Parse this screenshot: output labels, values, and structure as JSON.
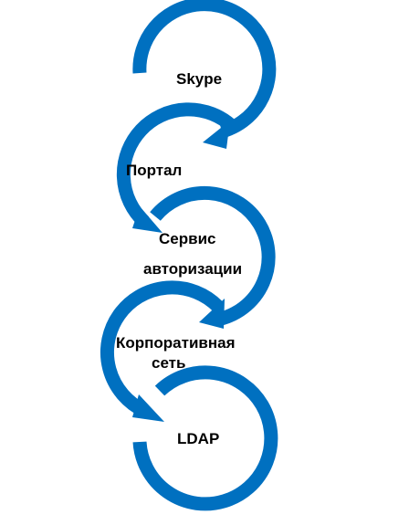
{
  "diagram": {
    "accent_color": "#0070C0",
    "nodes": [
      {
        "label": "Skype"
      },
      {
        "label": "Портал"
      },
      {
        "label_line1": "Сервис",
        "label_line2": "авторизации"
      },
      {
        "label_line1": "Корпоративная",
        "label_line2": "сеть"
      },
      {
        "label": "LDAP"
      }
    ]
  }
}
